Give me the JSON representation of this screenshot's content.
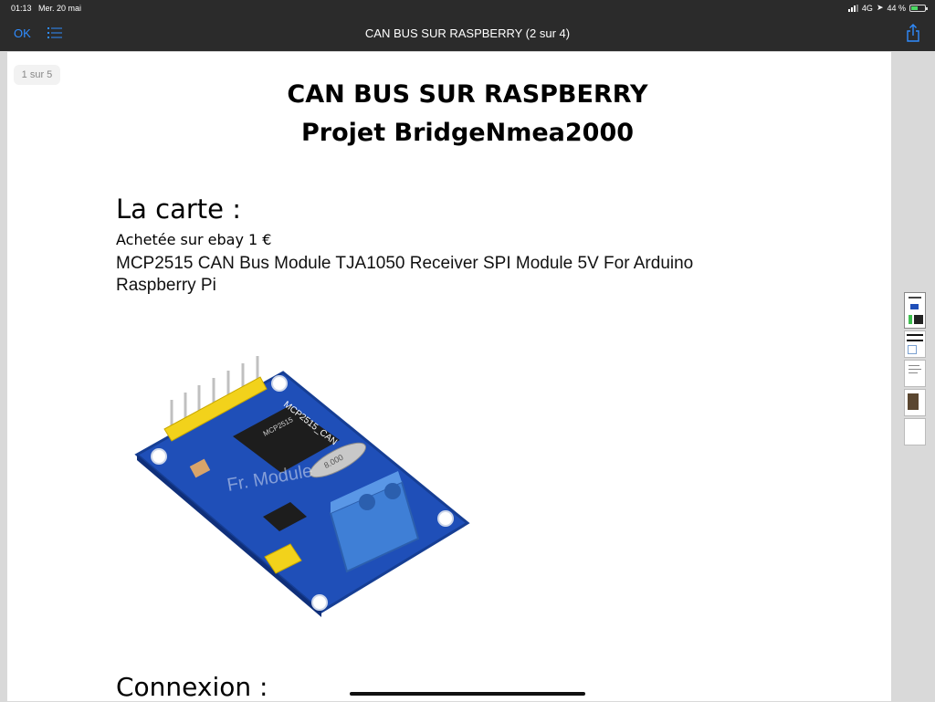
{
  "status_bar": {
    "time": "01:13",
    "date": "Mer. 20 mai",
    "network": "4G",
    "battery": "44 %"
  },
  "toolbar": {
    "ok_label": "OK",
    "title": "CAN BUS SUR RASPBERRY (2 sur 4)",
    "list_icon": "list-icon",
    "share_icon": "share-icon"
  },
  "page_badge": "1 sur 5",
  "document": {
    "title_line1": "CAN BUS SUR RASPBERRY",
    "title_line2": "Projet BridgeNmea2000",
    "section_carte": "La carte :",
    "bought": "Achetée sur ebay 1 €",
    "product": "MCP2515 CAN Bus Module TJA1050 Receiver SPI Module 5V For Arduino Raspberry Pi",
    "section_connexion": "Connexion :",
    "board_labels": {
      "name": "MCP2515_CAN",
      "chip": "MCP2515",
      "crystal": "8.000",
      "watermark": "Fr. Module"
    }
  },
  "thumbnails": [
    "page-1",
    "page-2",
    "page-3",
    "page-4",
    "page-5"
  ],
  "colors": {
    "chrome": "#2b2b2b",
    "accent": "#2f8cff",
    "pcb": "#1f4fb8",
    "terminal": "#3f7fd6",
    "header_pins": "#f2d21b"
  }
}
